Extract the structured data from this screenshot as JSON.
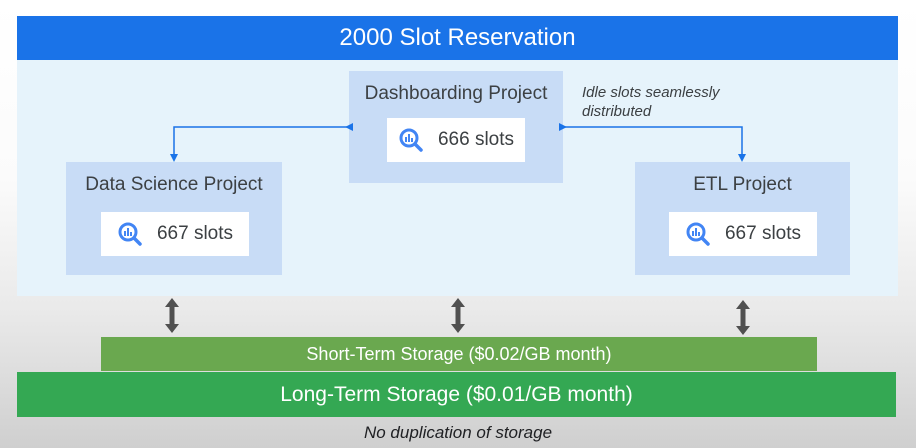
{
  "title": "2000 Slot Reservation",
  "projects": [
    {
      "name": "Dashboarding Project",
      "slots": "666 slots",
      "icon": "bigquery-icon"
    },
    {
      "name": "Data Science Project",
      "slots": "667 slots",
      "icon": "bigquery-icon"
    },
    {
      "name": "ETL Project",
      "slots": "667 slots",
      "icon": "bigquery-icon"
    }
  ],
  "idle_note": "Idle slots seamlessly distributed",
  "storage": {
    "short_term": "Short-Term Storage ($0.02/GB month)",
    "long_term": "Long-Term Storage ($0.01/GB month)"
  },
  "footer_note": "No duplication of storage",
  "colors": {
    "header": "#1a73e8",
    "panel": "#e6f3fb",
    "project_box": "#c8dcf6",
    "arrow": "#1a73e8",
    "short_term": "#6aa84f",
    "long_term": "#34a853",
    "icon_blue": "#4285f4"
  }
}
